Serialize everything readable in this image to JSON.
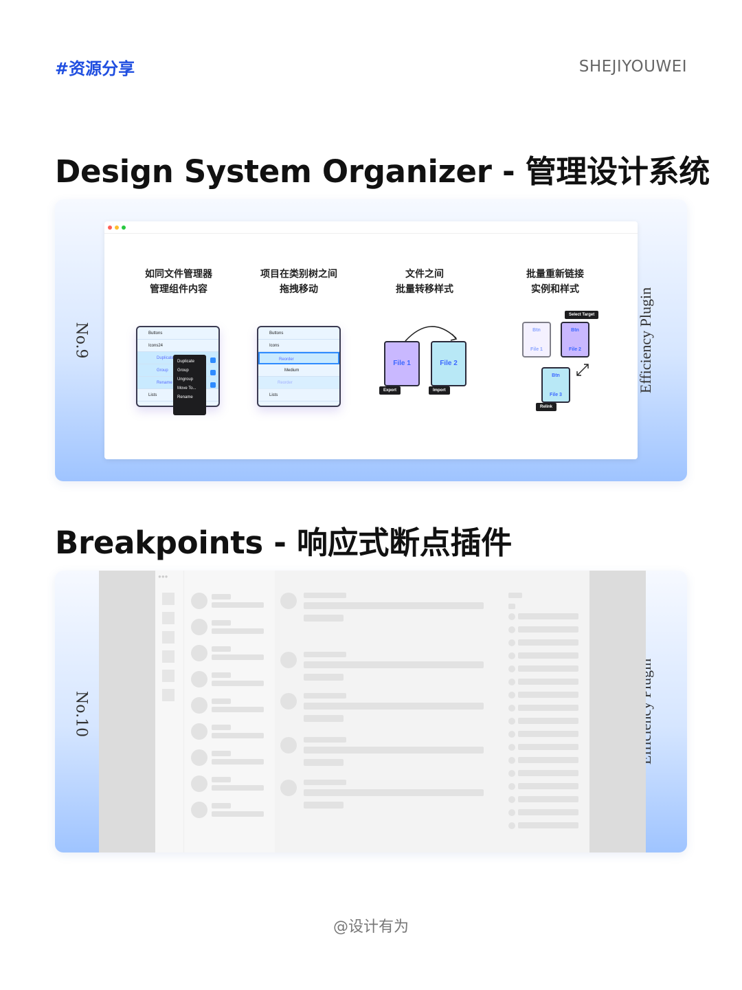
{
  "header": {
    "tag": "#资源分享",
    "brand": "SHEJIYOUWEI"
  },
  "sections": [
    {
      "title": "Design System Organizer - 管理设计系统",
      "number": "No.9",
      "category": "Efficiency Plugin",
      "features": [
        {
          "line1": "如同文件管理器",
          "line2": "管理组件内容"
        },
        {
          "line1": "项目在类别树之间",
          "line2": "拖拽移动"
        },
        {
          "line1": "文件之间",
          "line2": "批量转移样式"
        },
        {
          "line1": "批量重新链接",
          "line2": "实例和样式"
        }
      ],
      "demo1": {
        "rows": [
          "Buttons",
          "Icons24",
          "Duplicate",
          "Group",
          "Rename",
          "Lists"
        ],
        "menu": [
          "Duplicate",
          "Group",
          "Ungroup",
          "Move To...",
          "Rename"
        ]
      },
      "demo2": {
        "rows": [
          "Buttons",
          "Icons",
          "Reorder",
          "Medium",
          "Reorder",
          "Lists"
        ]
      },
      "demo3": {
        "file1": "File 1",
        "file2": "File 2",
        "export": "Export",
        "import": "Import"
      },
      "demo4": {
        "select": "Select Target",
        "btn": "Btn",
        "file1": "File 1",
        "file2": "File 2",
        "file3": "File 3",
        "relink": "Relink"
      }
    },
    {
      "title": "Breakpoints - 响应式断点插件",
      "number": "No.10",
      "category": "Efficiency Plugin"
    }
  ],
  "footer": {
    "credit": "@设计有为"
  },
  "colors": {
    "accent": "#1f4ee0",
    "card_gradient_end": "#9fc4ff"
  }
}
